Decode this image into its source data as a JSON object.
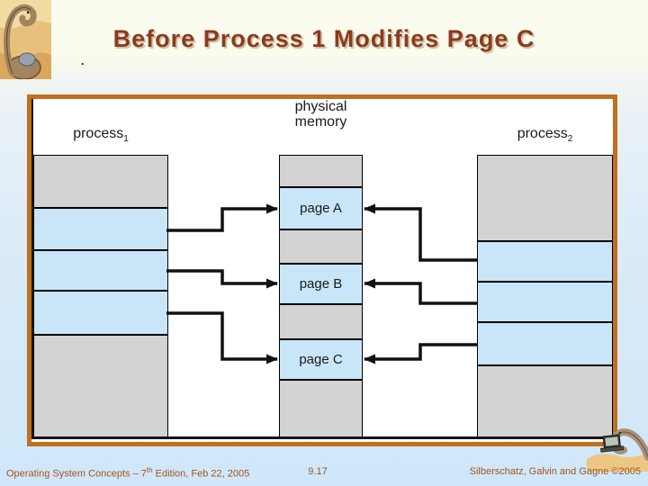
{
  "header": {
    "title": "Before Process 1 Modifies Page C",
    "stray_mark": "."
  },
  "diagram": {
    "process1_label": "process",
    "process1_sub": "1",
    "process2_label": "process",
    "process2_sub": "2",
    "memory_label_line1": "physical",
    "memory_label_line2": "memory",
    "page_a": "page A",
    "page_b": "page B",
    "page_c": "page C"
  },
  "footer": {
    "left_prefix": "Operating System Concepts – 7",
    "left_superscript": "th",
    "left_suffix": " Edition, Feb 22, 2005",
    "page_number": "9.17",
    "right": "Silberschatz, Galvin and Gagne ©2005"
  },
  "colors": {
    "accent_border": "#c06f1d",
    "title_text": "#8e3a1b",
    "footer_text": "#a3541e",
    "block_gray": "#d3d3d3",
    "block_blue": "#c9e6f8",
    "arrow": "#111111",
    "panel_bg": "#ffffff"
  }
}
